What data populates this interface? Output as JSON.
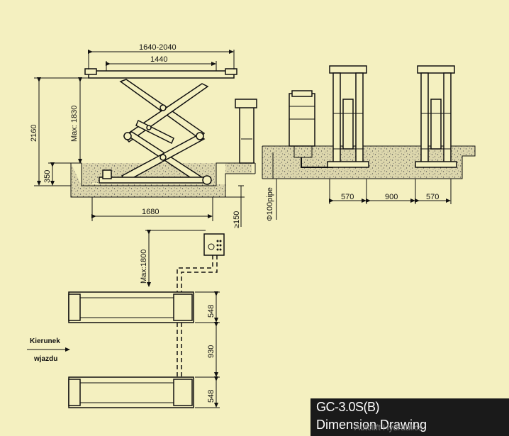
{
  "dims": {
    "top_overall": "1640-2040",
    "top_inner": "1440",
    "max_height": "Max: 1830",
    "total_height": "2160",
    "pit_depth": "350",
    "pit_length": "1680",
    "min_gap": "≥150",
    "pipe": "Φ100pipe",
    "col_left": "570",
    "col_mid": "900",
    "col_right": "570",
    "hose_length": "Max:1800",
    "plat_top": "548",
    "plat_gap": "930",
    "plat_bottom": "548"
  },
  "direction": {
    "line1": "Kierunek",
    "line2": "wjazdu"
  },
  "title": {
    "model": "GC-3.0S(B)",
    "subtitle": "Dimension Drawing",
    "watermark": "Autolift Hydraulics"
  }
}
